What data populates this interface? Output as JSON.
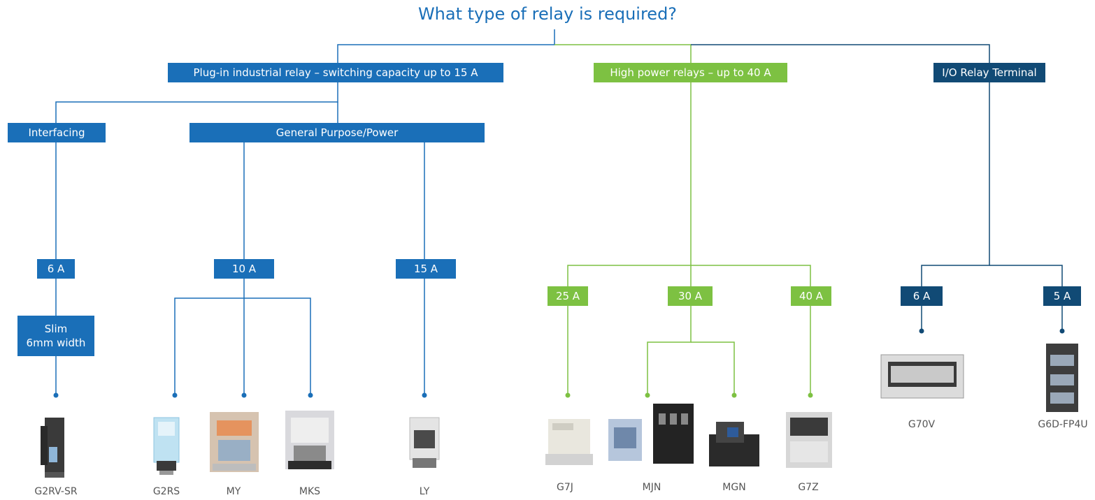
{
  "title": "What type of relay is required?",
  "colors": {
    "blue": "#1a6fb8",
    "green": "#7dc142",
    "navy": "#114a75",
    "label_gray": "#555555"
  },
  "categories": {
    "plugin": "Plug-in industrial relay – switching capacity up to 15 A",
    "high_power": "High power relays – up to 40 A",
    "io_terminal": "I/O Relay Terminal"
  },
  "subcategories": {
    "interfacing": "Interfacing",
    "general": "General Purpose/Power"
  },
  "ratings": {
    "a6": "6 A",
    "a10": "10 A",
    "a15": "15 A",
    "a25": "25 A",
    "a30": "30 A",
    "a40": "40 A",
    "io6": "6 A",
    "io5": "5  A"
  },
  "slim": {
    "line1": "Slim",
    "line2": "6mm width"
  },
  "products": {
    "g2rv": "G2RV-SR",
    "g2rs": "G2RS",
    "my": "MY",
    "mks": "MKS",
    "ly": "LY",
    "g7j": "G7J",
    "mjn": "MJN",
    "mgn": "MGN",
    "g7z": "G7Z",
    "g70v": "G70V",
    "g6d": "G6D-FP4U"
  }
}
